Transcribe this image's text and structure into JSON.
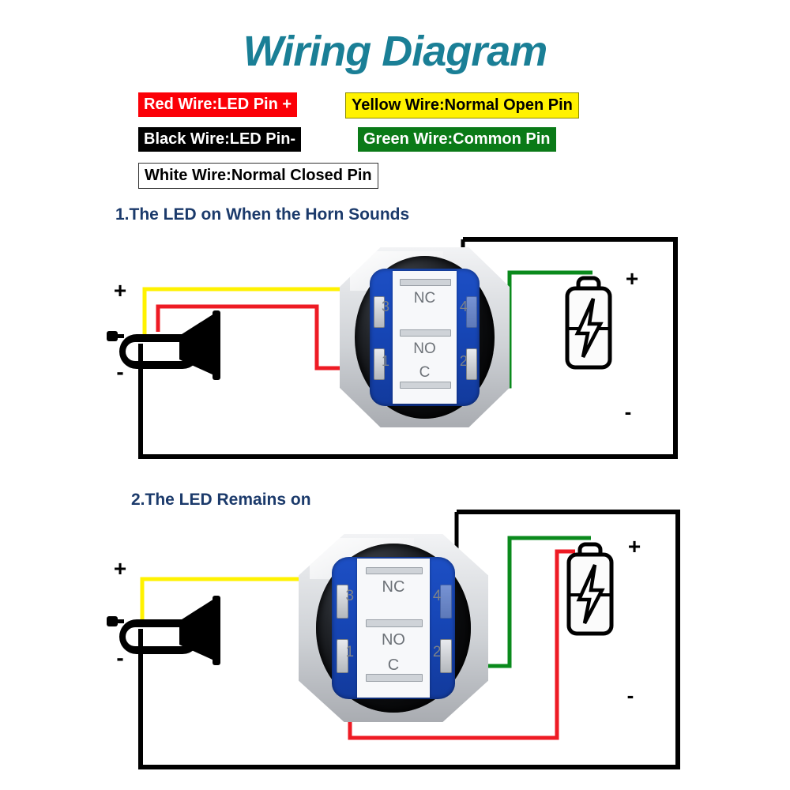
{
  "title": "Wiring Diagram",
  "legend": [
    {
      "id": "red",
      "text": "Red Wire:LED Pin +",
      "bg": "#fb0007",
      "fg": "#ffffff"
    },
    {
      "id": "yellow",
      "text": "Yellow Wire:Normal Open Pin",
      "bg": "#fff200",
      "fg": "#000000"
    },
    {
      "id": "black",
      "text": "Black Wire:LED Pin-",
      "bg": "#000000",
      "fg": "#ffffff"
    },
    {
      "id": "green",
      "text": "Green Wire:Common Pin",
      "bg": "#0a7a17",
      "fg": "#ffffff"
    },
    {
      "id": "white",
      "text": "White Wire:Normal Closed Pin",
      "bg": "#ffffff",
      "fg": "#000000"
    }
  ],
  "sections": [
    {
      "heading": "1.The LED on When the Horn Sounds"
    },
    {
      "heading": "2.The LED Remains on"
    }
  ],
  "switch_labels": {
    "nc": "NC",
    "no": "NO",
    "c": "C",
    "pin3": "3",
    "pin4": "4",
    "pin1": "1",
    "pin2": "2"
  },
  "horn": {
    "plus": "+",
    "minus": "-"
  },
  "battery": {
    "plus": "+",
    "minus": "-"
  },
  "colors": {
    "title": "#1a7f96",
    "heading": "#1b3a6b",
    "wire_red": "#ee1b24",
    "wire_yellow": "#fff200",
    "wire_green": "#0a8a1c",
    "wire_black": "#000000",
    "switch_blue": "#1747b8"
  },
  "chart_data": {
    "type": "diagram",
    "title": "Wiring Diagram",
    "nodes": [
      "horn",
      "push-button switch",
      "battery"
    ],
    "diagrams": [
      {
        "name": "1.The LED on When the Horn Sounds",
        "connections": [
          {
            "wire": "yellow",
            "from": "horn +",
            "to": "switch NO pin"
          },
          {
            "wire": "red",
            "from": "horn +",
            "to": "switch pin 1 (LED +)"
          },
          {
            "wire": "black",
            "from": "switch pin 2 (LED -)",
            "to": "battery - rail"
          },
          {
            "wire": "green",
            "from": "switch C pin",
            "to": "battery +"
          },
          {
            "wire": "black",
            "from": "horn -",
            "to": "battery - (bottom rail)"
          }
        ]
      },
      {
        "name": "2.The LED Remains on",
        "connections": [
          {
            "wire": "yellow",
            "from": "horn +",
            "to": "switch NO pin"
          },
          {
            "wire": "red",
            "from": "switch pin 1 (LED +)",
            "to": "battery + rail"
          },
          {
            "wire": "black",
            "from": "switch pin 2 (LED -)",
            "to": "battery - rail"
          },
          {
            "wire": "green",
            "from": "switch C pin",
            "to": "battery +"
          },
          {
            "wire": "black",
            "from": "horn -",
            "to": "battery - (bottom rail)"
          }
        ]
      }
    ]
  }
}
